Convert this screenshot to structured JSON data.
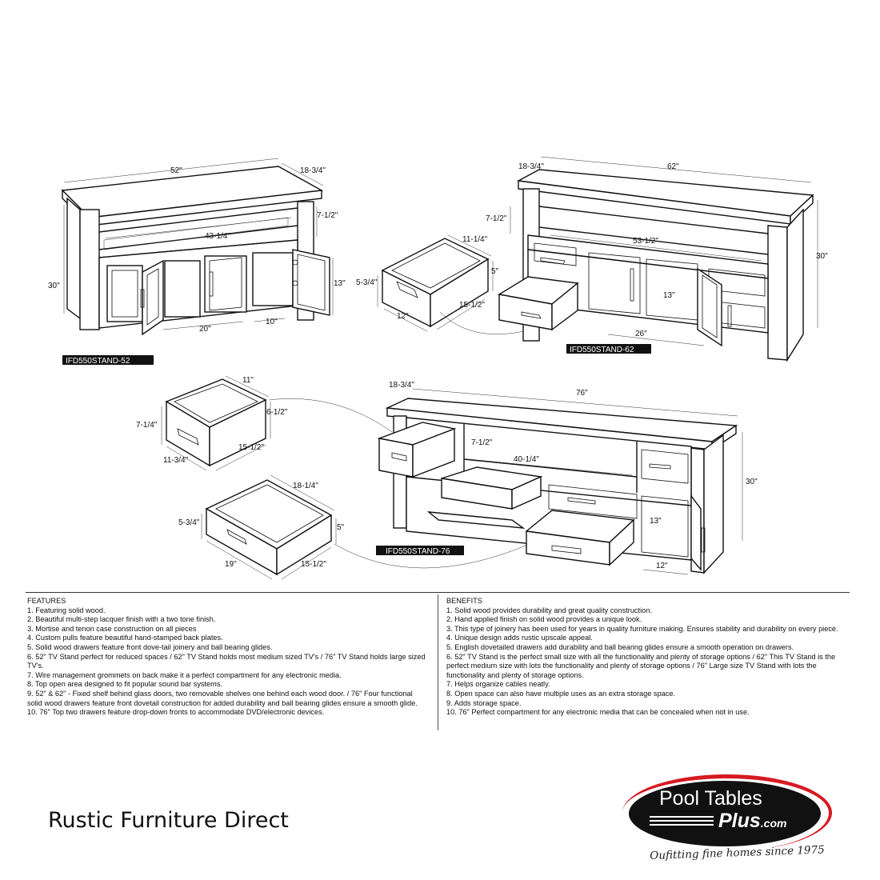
{
  "models": {
    "m52": {
      "tag": "IFD550STAND-52",
      "width": "52\"",
      "depth": "18-3/4\"",
      "height": "30\"",
      "opening_h": "7-1/2\"",
      "opening_w": "43-1/4\"",
      "door_w": "20\"",
      "door_d": "10\"",
      "door_h": "13\""
    },
    "m52_drawer": {
      "width": "12\"",
      "depth": "15-1/2\"",
      "height": "5\"",
      "side_h": "5-3/4\"",
      "top_w": "11-1/4\""
    },
    "m62": {
      "tag": "IFD550STAND-62",
      "width": "62\"",
      "depth": "18-3/4\"",
      "height": "30\"",
      "opening_h": "7-1/2\"",
      "opening_w": "53-1/2\"",
      "door_h": "13\"",
      "door_w": "26\""
    },
    "m76": {
      "tag": "IFD550STAND-76",
      "width": "76\"",
      "depth": "18-3/4\"",
      "height": "30\"",
      "opening_h": "7-1/2\"",
      "opening_w": "40-1/4\"",
      "door_h": "13\"",
      "door_d": "12\""
    },
    "m76_drawer_top": {
      "top_w": "11\"",
      "height": "6-1/2\"",
      "side_h": "7-1/4\"",
      "width": "11-3/4\"",
      "depth": "15-1/2\""
    },
    "m76_drawer_bottom": {
      "top_w": "18-1/4\"",
      "height": "5\"",
      "side_h": "5-3/4\"",
      "width": "19\"",
      "depth": "15-1/2\""
    }
  },
  "features": {
    "heading": "FEATURES",
    "items": [
      "1. Featuring solid wood.",
      "2. Beautiful multi-step lacquer finish with a two tone finish.",
      "3. Mortise and tenon case construction on all pieces",
      "4. Custom pulls feature beautiful hand-stamped back plates.",
      "5. Solid wood drawers feature front dove-tail joinery and ball bearing glides.",
      "6. 52\" TV Stand perfect for reduced spaces /  62\" TV Stand holds most medium sized TV's / 76\" TV Stand holds large sized TV's.",
      "7.  Wire management grommets on back make it a perfect compartment for any electronic media.",
      "8. Top open area designed to fit popular sound bar systems.",
      "9. 52\" & 62\" - Fixed shelf behind glass doors, two removable shelves one behind each wood door. / 76\" Four functional solid wood drawers feature front dovetail construction for added durability and ball bearing glides ensure a smooth glide.",
      "10. 76\" Top two drawers feature drop-down fronts to accommodate DVD/electronic devices."
    ]
  },
  "benefits": {
    "heading": "BENEFITS",
    "items": [
      "1. Solid wood provides durability and great quality construction.",
      "2. Hand applied finish on solid wood provides a unique look.",
      "3. This type of joinery has been used for years in quality furniture making. Ensures stability and durability on every piece.",
      "4. Unique design adds rustic upscale appeal.",
      "5. English dovetailed drawers add durability and ball bearing glides ensure a smooth operation on drawers.",
      "6. 52\" TV Stand is the perfect small size with all the functionality and plenty of storage options / 62\" This TV Stand is the perfect medium size with lots the functionality and plenty of storage options / 76\" Large size TV Stand with lots the functionality and plenty of storage options.",
      "7. Helps organize cables neatly.",
      "8. Open space can also have multiple uses as an extra storage space.",
      "9. Adds storage space.",
      "10. 76\" Perfect compartment for any electronic media that can be concealed when not in use."
    ]
  },
  "brand": "Rustic Furniture Direct",
  "logo": {
    "line1": "Pool Tables",
    "line2": "Plus",
    "line2_suffix": ".com",
    "tagline": "Oufitting fine homes since 1975",
    "colors": {
      "oval": "#111111",
      "swoosh": "#d71920",
      "text": "#ffffff"
    }
  }
}
